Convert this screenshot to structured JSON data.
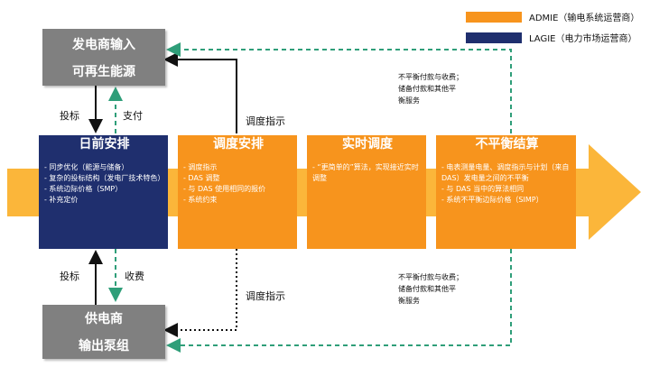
{
  "legend": [
    {
      "label": "ADMIE（输电系统运营商）",
      "color": "#f7941d"
    },
    {
      "label": "LAGIE（电力市场运营商）",
      "color": "#1f2f6e"
    }
  ],
  "top_box": {
    "line1": "发电商输入",
    "line2": "可再生能源"
  },
  "bottom_box": {
    "line1": "供电商",
    "line2": "输出泵组"
  },
  "stages": [
    {
      "title": "日前安排",
      "items": [
        "- 同步优化（能源与储备）",
        "- 复杂的投标结构（发电厂技术特色）",
        "- 系统边际价格（SMP）",
        "- 补充定价"
      ]
    },
    {
      "title": "调度安排",
      "items": [
        "- 调度指示",
        "- DAS 调整",
        "- 与 DAS 使用相同的报价",
        "- 系统约束"
      ]
    },
    {
      "title": "实时调度",
      "items": [
        "- “更简单的”算法，实现接近实时调整"
      ]
    },
    {
      "title": "不平衡结算",
      "items": [
        "- 电表测量电量、调度指示与计划（来自 DAS）发电量之间的不平衡",
        "- 与 DAS 当中的算法相同",
        "- 系统不平衡边际价格（SIMP）"
      ]
    }
  ],
  "labels": {
    "bid_top": "投标",
    "pay": "支付",
    "dispatch_top": "调度指示",
    "bid_bottom": "投标",
    "charge": "收费",
    "dispatch_bottom": "调度指示"
  },
  "notes": {
    "top": [
      "不平衡付款与收费；",
      "储备付款和其他平",
      "衡服务"
    ],
    "bottom": [
      "不平衡付款与收费；",
      "储备付款和其他平",
      "衡服务"
    ]
  },
  "colors": {
    "orange": "#f7941d",
    "navy": "#1f2f6e",
    "gray": "#808080",
    "teal_dash": "#2f9e79",
    "arrow_band": "#fbb63a"
  }
}
